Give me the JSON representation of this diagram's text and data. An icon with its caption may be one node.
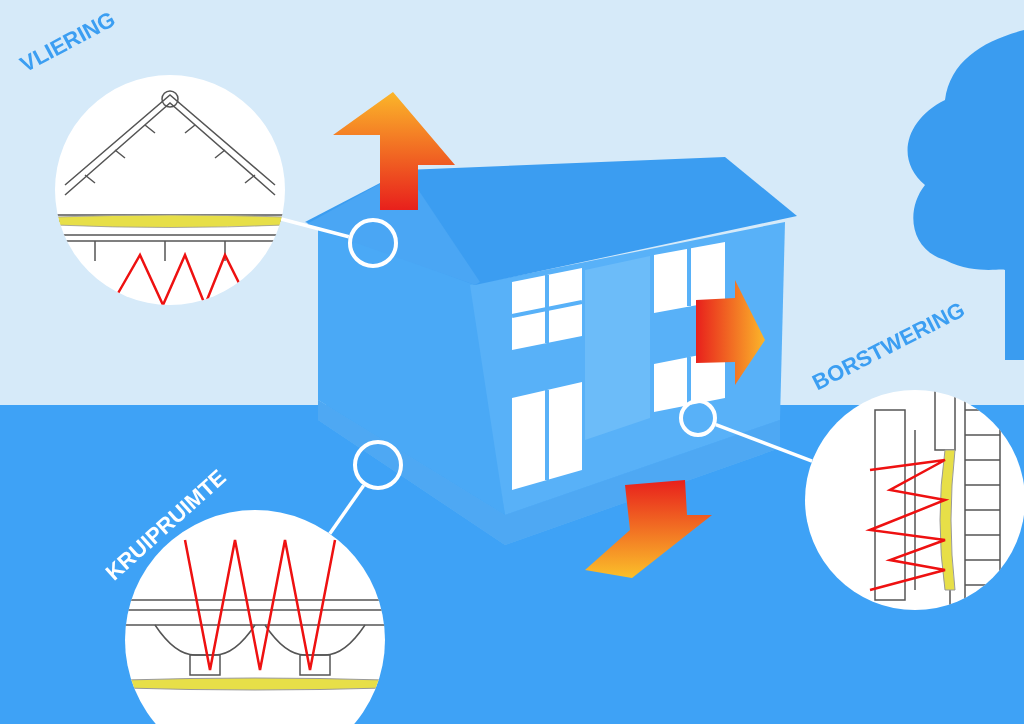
{
  "diagram": {
    "nodes": [
      {
        "text": [
          "VLIERING"
        ]
      },
      {
        "text": [],
        "shape": "circle"
      },
      {
        "text": [
          "BORSTWERING"
        ]
      },
      {
        "text": [],
        "shape": "circle"
      },
      {
        "text": [
          "KRUIPRUIMTE"
        ]
      },
      {
        "text": [],
        "shape": "circle"
      }
    ],
    "edges": [
      {
        "from": 1,
        "to": 0,
        "arrow": "none"
      },
      {
        "from": 3,
        "to": 2,
        "arrow": "none"
      },
      {
        "from": 5,
        "to": 4,
        "arrow": "none"
      }
    ]
  }
}
